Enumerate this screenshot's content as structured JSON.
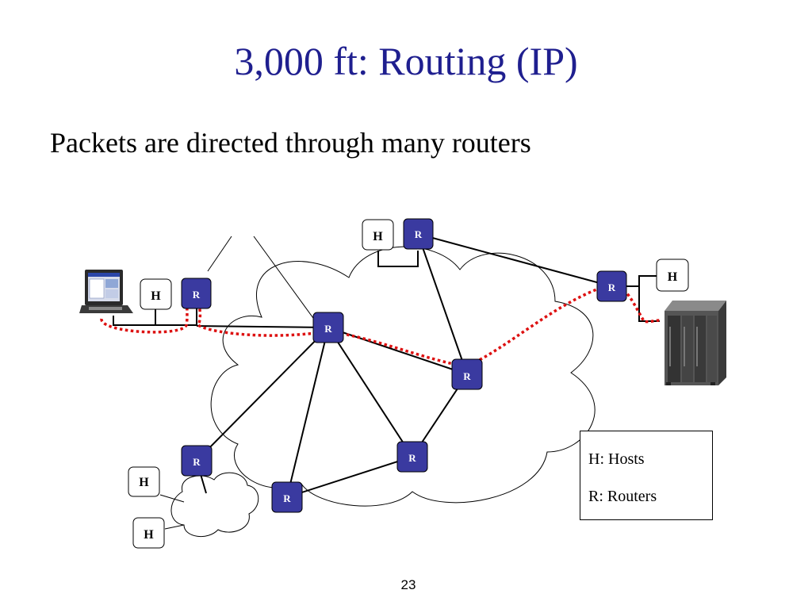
{
  "slide": {
    "title": "3,000 ft: Routing (IP)",
    "subtitle": "Packets are directed through many routers",
    "page_number": "23"
  },
  "legend": {
    "hosts": "H: Hosts",
    "routers": "R: Routers"
  },
  "node_labels": {
    "router": "R",
    "host": "H"
  },
  "colors": {
    "title": "#1f1f8f",
    "router_fill": "#3a3aa0",
    "router_label": "#ffffff",
    "packet_path": "#dd1111",
    "line": "#000000"
  },
  "icons": {
    "laptop": "laptop-icon",
    "server": "server-icon",
    "cloud": "cloud-icon"
  }
}
